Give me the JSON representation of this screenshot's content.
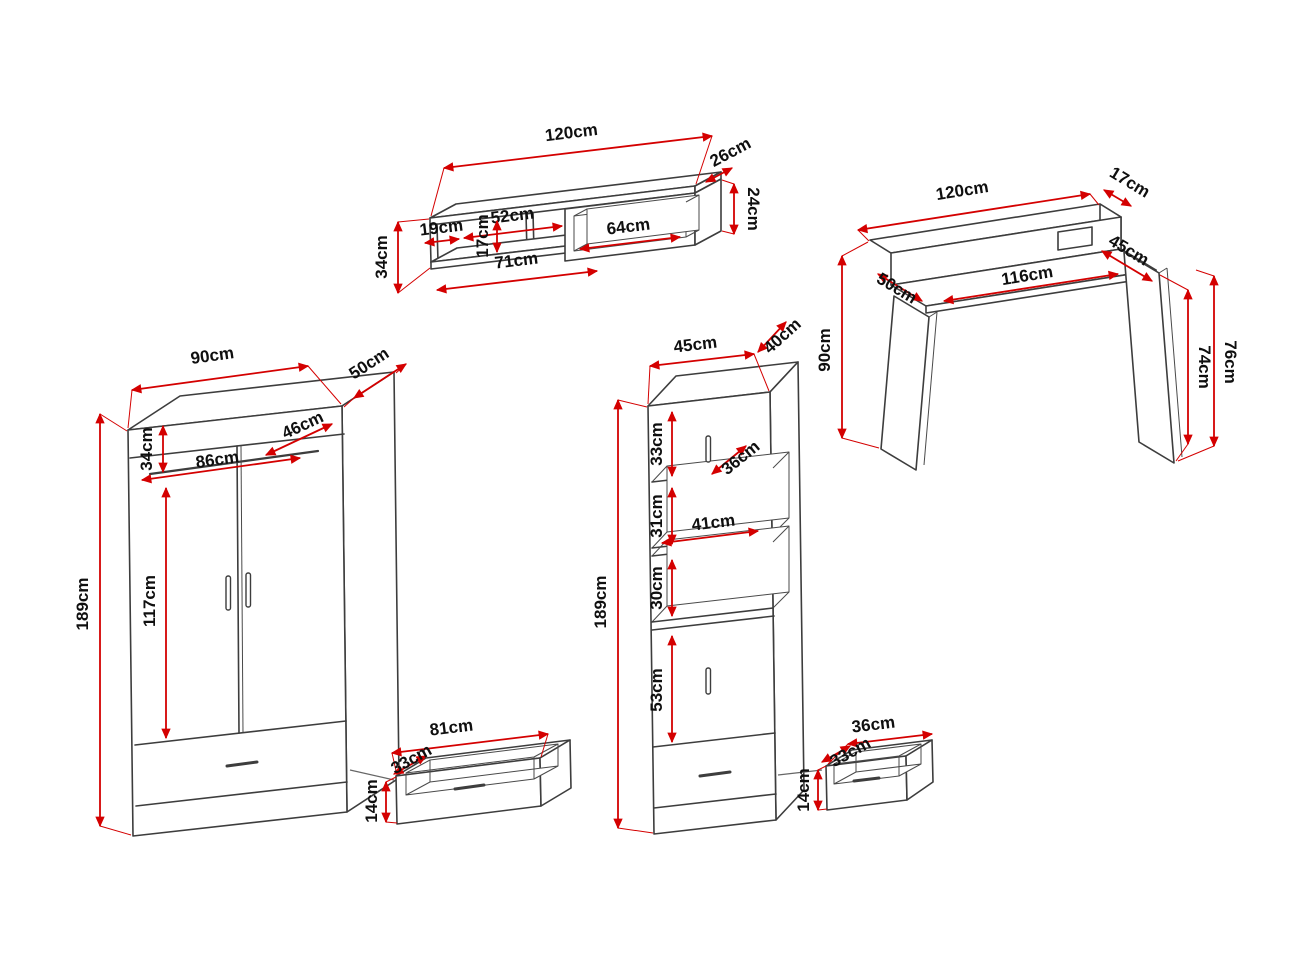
{
  "colors": {
    "dimension": "#d40000",
    "outline": "#3d3d3d",
    "background": "#ffffff"
  },
  "pieces": {
    "wall_shelf": {
      "dims": {
        "width": "120cm",
        "depth": "26cm",
        "right_height": "24cm",
        "left_height": "34cm",
        "side_depth": "19cm",
        "upper_shelf": "52cm",
        "inner_gap": "17cm",
        "lower_shelf": "71cm",
        "niche_width": "64cm"
      }
    },
    "desk": {
      "dims": {
        "width": "120cm",
        "top_depth": "17cm",
        "depth_right": "45cm",
        "depth_left": "50cm",
        "inner_width": "116cm",
        "height": "90cm",
        "inner_height": "74cm",
        "side_height": "76cm"
      }
    },
    "wardrobe": {
      "dims": {
        "width": "90cm",
        "depth": "50cm",
        "top_section": "34cm",
        "rail_depth": "46cm",
        "inner_width": "86cm",
        "inner_height": "117cm",
        "height": "189cm"
      }
    },
    "large_drawer": {
      "dims": {
        "width": "81cm",
        "depth": "33cm",
        "height": "14cm"
      }
    },
    "bookcase": {
      "dims": {
        "width": "45cm",
        "depth": "40cm",
        "upper_door": "33cm",
        "niche_depth": "36cm",
        "upper_gap": "31cm",
        "shelf_width": "41cm",
        "lower_gap": "30cm",
        "lower_door": "53cm",
        "height": "189cm"
      }
    },
    "small_drawer": {
      "dims": {
        "width": "36cm",
        "depth": "33cm",
        "height": "14cm"
      }
    }
  }
}
